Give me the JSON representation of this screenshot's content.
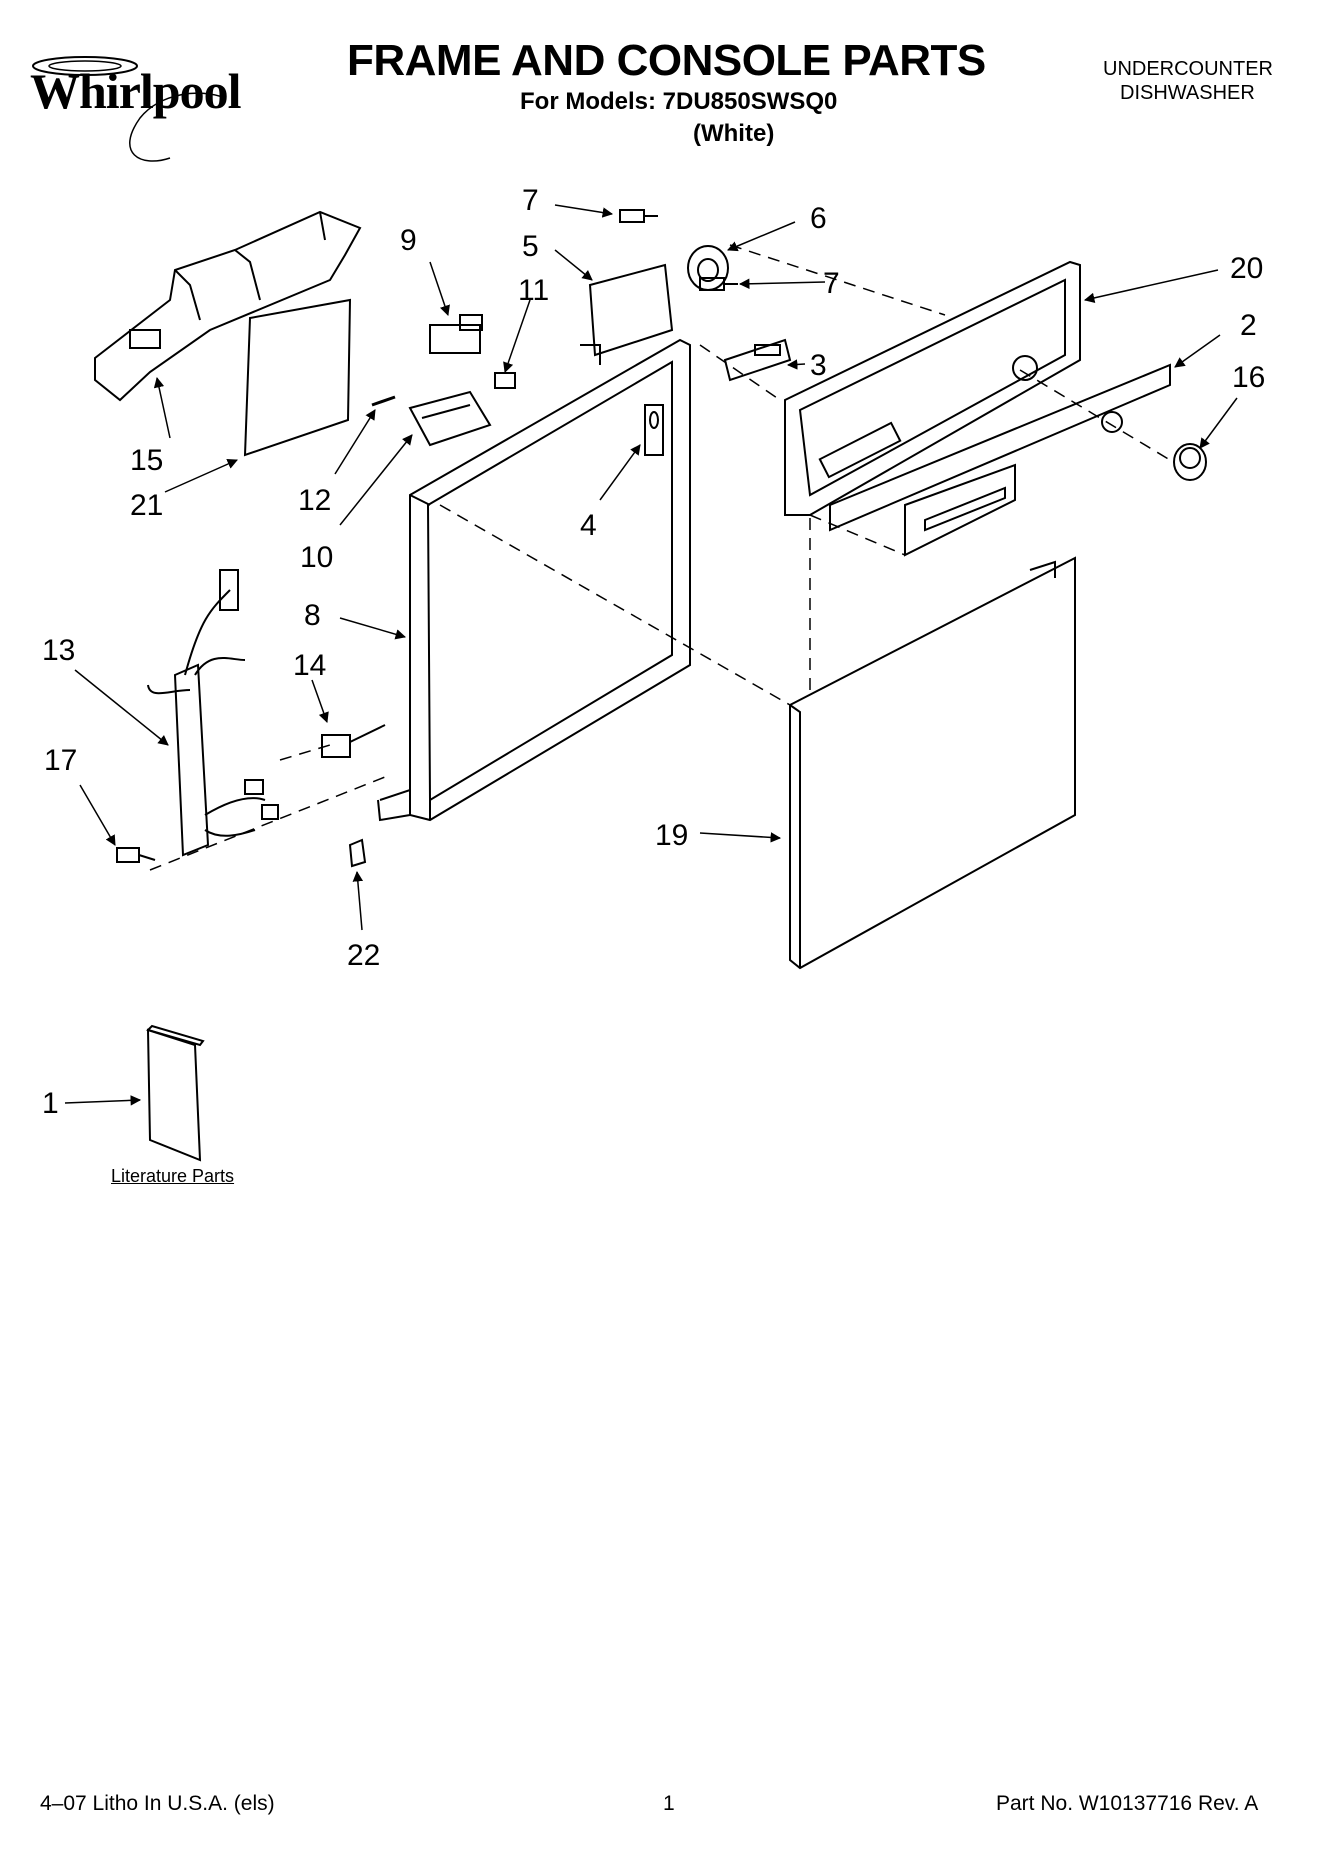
{
  "header": {
    "brand": "Whirlpool",
    "title": "FRAME AND CONSOLE PARTS",
    "subtitle": "For Models: 7DU850SWSQ0",
    "variant": "(White)",
    "product_type_line1": "UNDERCOUNTER",
    "product_type_line2": "DISHWASHER"
  },
  "callouts": [
    "1",
    "2",
    "3",
    "4",
    "5",
    "6",
    "7",
    "7",
    "8",
    "9",
    "10",
    "11",
    "12",
    "13",
    "14",
    "15",
    "16",
    "17",
    "19",
    "20",
    "21",
    "22"
  ],
  "literature_label": "Literature Parts",
  "footer": {
    "left": "4–07 Litho In U.S.A. (els)",
    "center": "1",
    "right": "Part No. W10137716 Rev. A"
  },
  "colors": {
    "ink": "#000000",
    "paper": "#ffffff"
  }
}
